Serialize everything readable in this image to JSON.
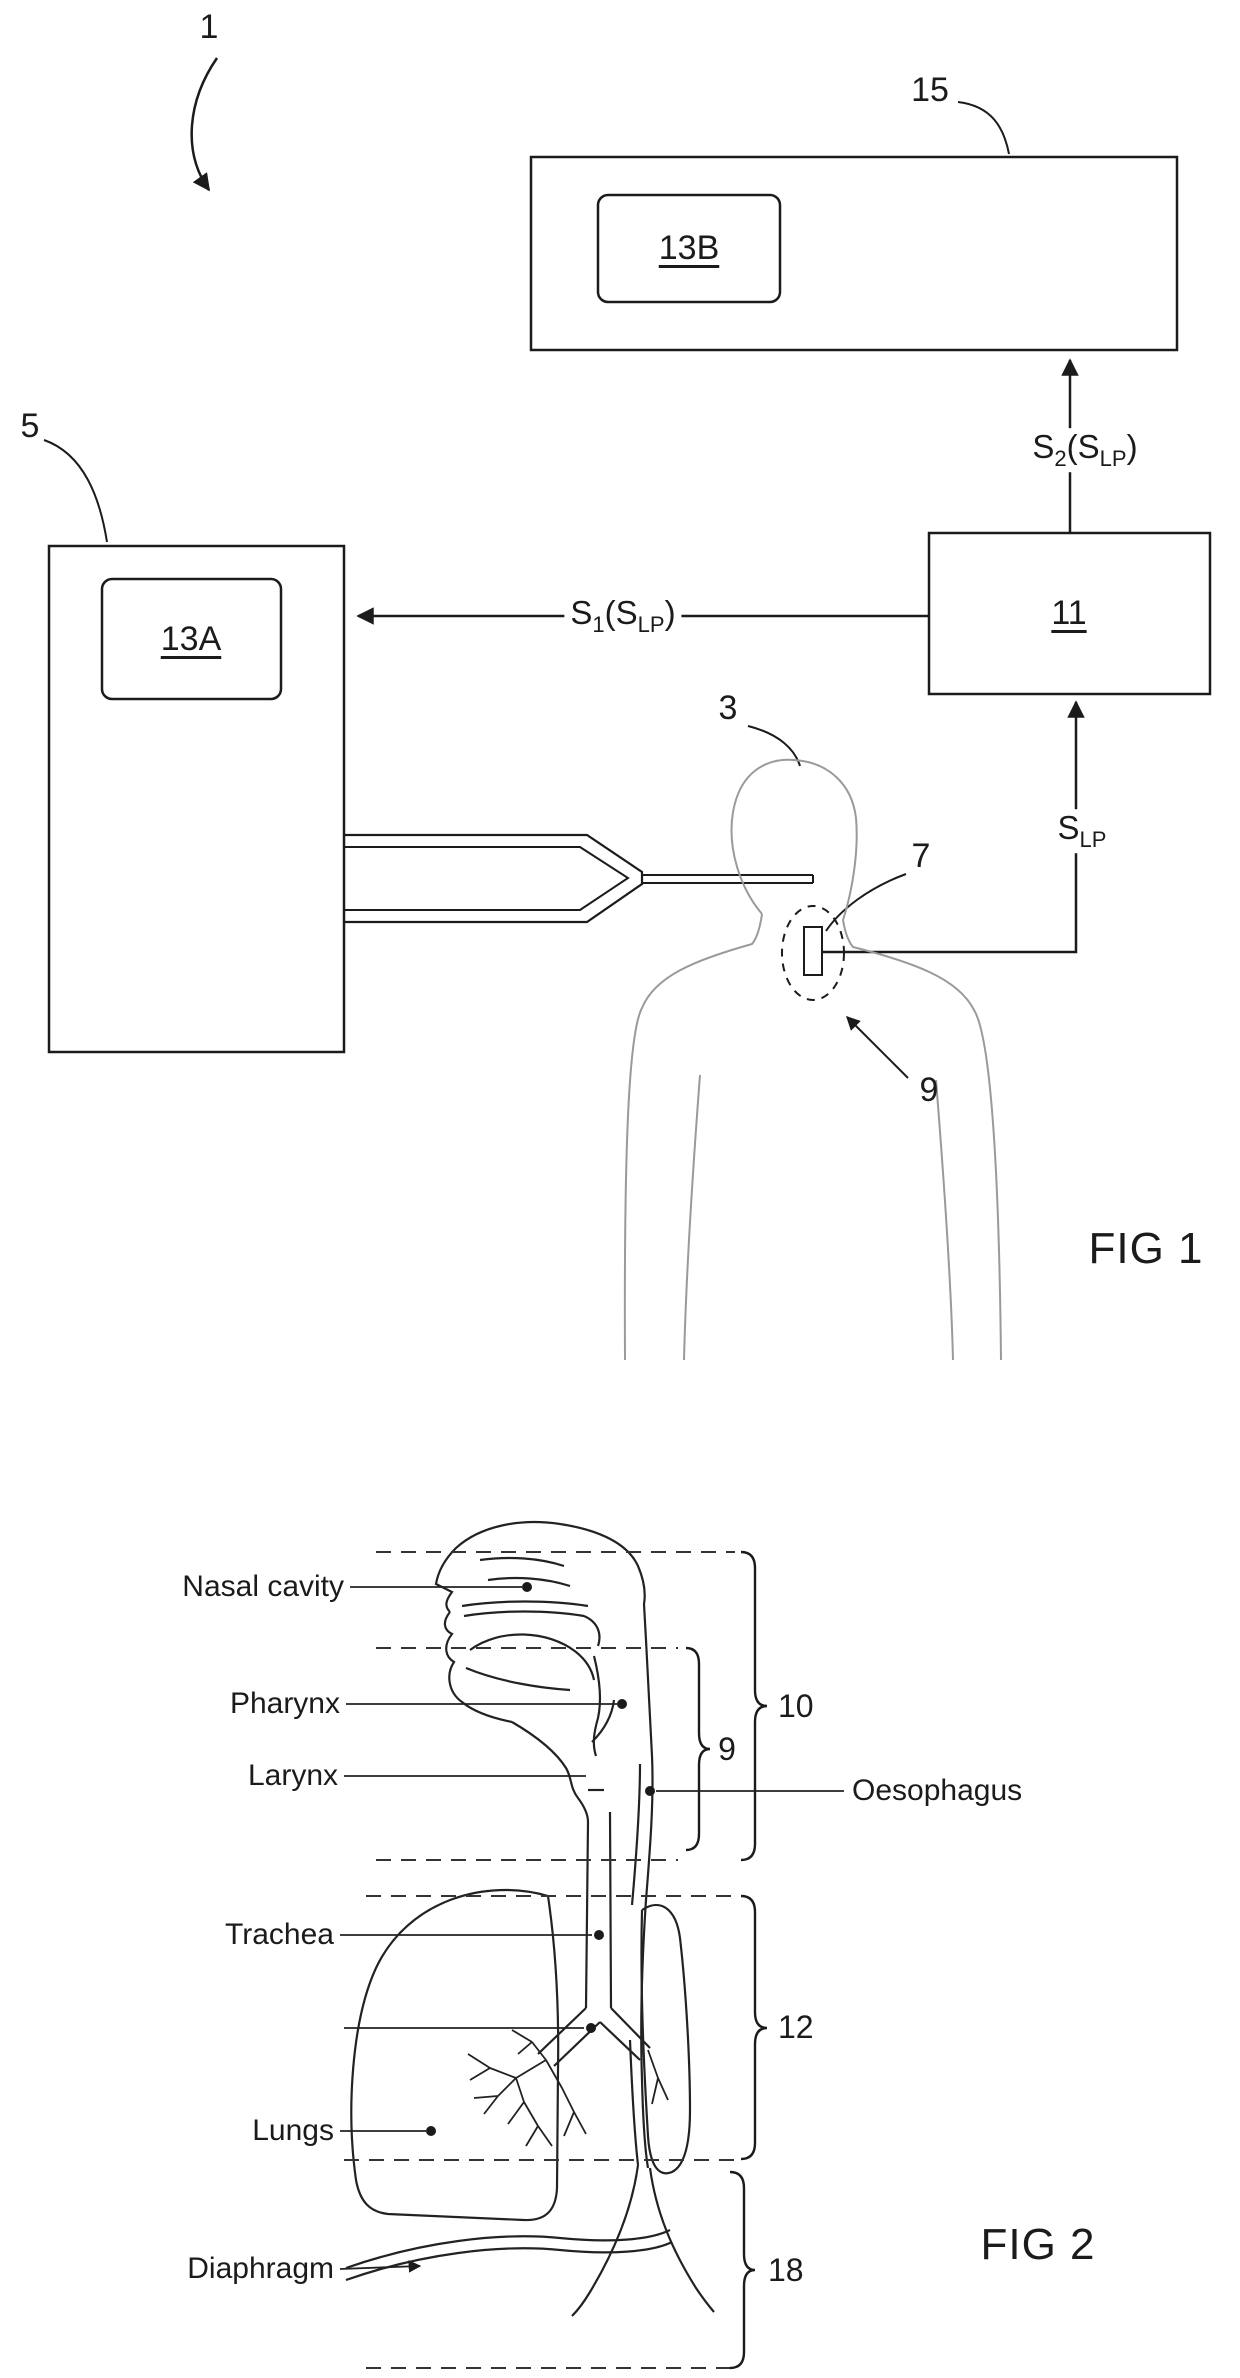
{
  "fig1": {
    "caption": "FIG 1",
    "refs": {
      "system": "1",
      "monitor_unit": "5",
      "display_a": "13A",
      "remote_unit": "15",
      "display_b": "13B",
      "processing_unit": "11",
      "subject": "3",
      "sensor": "7",
      "sensor_site": "9"
    },
    "signals": {
      "s1": {
        "base": "S",
        "sub": "1",
        "open": "(S",
        "arg_sub": "LP",
        "close": ")"
      },
      "s2": {
        "base": "S",
        "sub": "2",
        "open": "(S",
        "arg_sub": "LP",
        "close": ")"
      },
      "slp": {
        "base": "S",
        "sub": "LP"
      }
    }
  },
  "fig2": {
    "caption": "FIG 2",
    "anatomy_labels": {
      "nasal_cavity": "Nasal cavity",
      "pharynx": "Pharynx",
      "larynx": "Larynx",
      "oesophagus": "Oesophagus",
      "trachea": "Trachea",
      "lungs": "Lungs",
      "diaphragm": "Diaphragm"
    },
    "region_refs": {
      "upper_airways": "10",
      "pharynx_larynx": "9",
      "lower_airways": "12",
      "diaphragm_region": "18"
    }
  },
  "colors": {
    "ink": "#1b1b1b",
    "person_outline": "#9a9a9a",
    "background": "#ffffff"
  }
}
